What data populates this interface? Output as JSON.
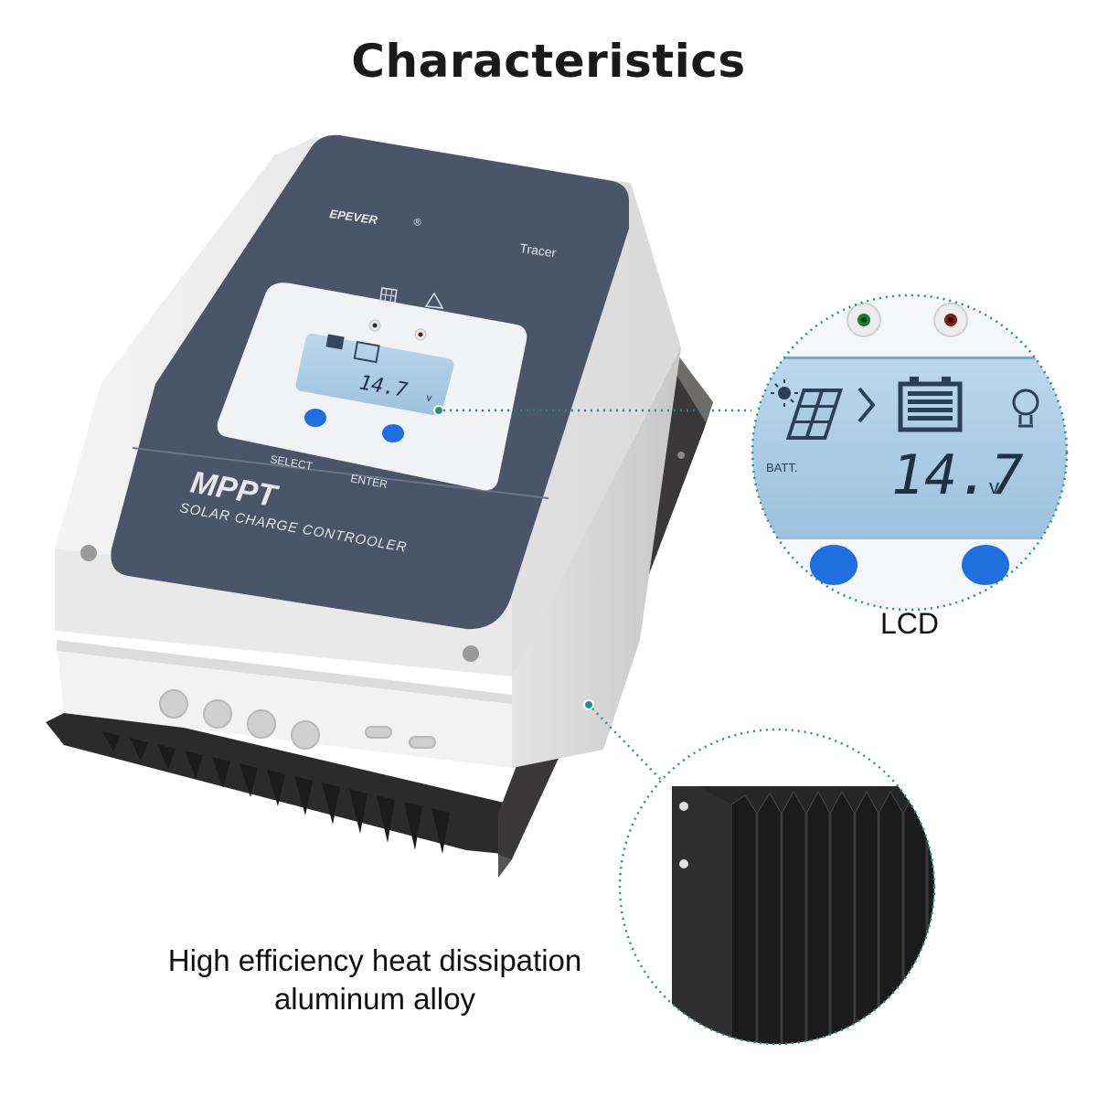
{
  "title": "Characteristics",
  "device": {
    "brand": "EPEVER",
    "registered_mark": "®",
    "model": "Tracer",
    "product": "MPPT",
    "subtitle": "SOLAR CHARGE CONTROOLER",
    "buttons": {
      "select": "SELECT",
      "enter": "ENTER"
    },
    "lcd": {
      "batt_label": "BATT.",
      "reading": "14.7",
      "unit": "v"
    }
  },
  "callouts": {
    "lcd": "LCD",
    "heatsink_line1": "High efficiency heat dissipation",
    "heatsink_line2": "aluminum alloy"
  },
  "colors": {
    "panel": "#4b5569",
    "body": "#ececec",
    "lcd": "#a9cbe4",
    "button": "#1f6fe0",
    "callout_line": "#2a8a8a",
    "heatsink": "#262626"
  }
}
